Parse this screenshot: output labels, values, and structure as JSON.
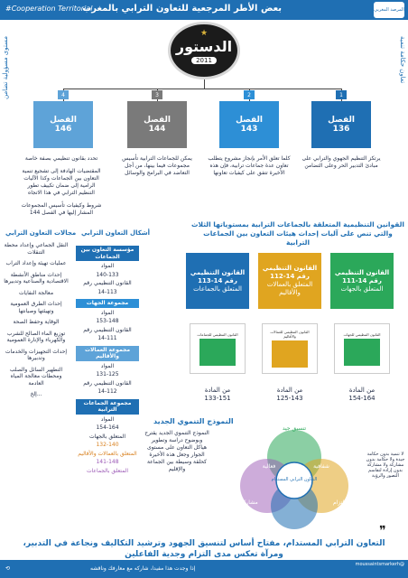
{
  "header": {
    "title": "بعض الأطر المرجعية للتعاون الترابي بالمغرب",
    "hashtag": "#Cooperation Territorial",
    "logo_text": "المرصد المغربي"
  },
  "side": {
    "left": "مستوى مسؤولية تضامن",
    "right": "تعاون  حكامة  تنمية"
  },
  "constitution": {
    "title": "الدستور",
    "year": "2011"
  },
  "chapters": [
    {
      "num": "1",
      "label": "الفصل",
      "number": "136",
      "color": "#1f6fb3"
    },
    {
      "num": "2",
      "label": "الفصل",
      "number": "143",
      "color": "#2d8fd6"
    },
    {
      "num": "3",
      "label": "الفصل",
      "number": "144",
      "color": "#7a7a7a"
    },
    {
      "num": "4",
      "label": "الفصل",
      "number": "146",
      "color": "#5ea3d8"
    }
  ],
  "descriptions": [
    [
      "يرتكز التنظيم الجهوي والترابي على مبادئ التدبير الحر وعلى التضامن"
    ],
    [
      "كلما تعلق الأمر بإنجاز مشروع يتطلب تعاون عدة جماعات ترابية، فإن هذه الأخيرة تتفق على كيفيات تعاونها"
    ],
    [
      "يمكن للجماعات الترابية تأسيس مجموعات فيما بينها، من أجل التعاضد في البرامج والوسائل"
    ],
    [
      "تحدد بقانون تنظيمي بصفة خاصة",
      "المقتضيات الهادفة إلى تشجيع تنمية التعاون بين الجماعات وكذا الآليات الرامية إلى ضمان تكييف تطور التنظيم الترابي في هذا الاتجاه",
      "شروط وكيفيات تأسيس المجموعات المشار إليها في الفصل 144"
    ]
  ],
  "laws_title": "القوانين التنظيمية المتعلقة بالجماعات الترابية بمستوياتها الثلاث والتي تنص على آليات إحداث هيئات التعاون بين الجماعات الترابية",
  "laws": [
    {
      "name": "القانون التنظيمي رقم 14-111",
      "sub": "المتعلق بالجهات",
      "color": "#2ba85a"
    },
    {
      "name": "القانون التنظيمي رقم 14-112",
      "sub": "المتعلق بالعمالات والأقاليم",
      "color": "#e0a520"
    },
    {
      "name": "القانون التنظيمي رقم 14-113",
      "sub": "المتعلق بالجماعات",
      "color": "#1f6fb3"
    }
  ],
  "books": [
    {
      "title": "القانون التنظيمي للجهات"
    },
    {
      "title": "القانون التنظيمي للعمالات والأقاليم"
    },
    {
      "title": "القانون التنظيمي للجماعات"
    }
  ],
  "articles": [
    {
      "line1": "من المادة",
      "line2": "154-164"
    },
    {
      "line1": "من المادة",
      "line2": "125-143"
    },
    {
      "line1": "من المادة",
      "line2": "133-151"
    }
  ],
  "forms_title": "أشكال التعاون الترابي",
  "fields_title": "مجالات التعاون الترابي",
  "forms": [
    {
      "box": "مؤسسة التعاون بين الجماعات",
      "color": "#1f6fb3",
      "lines": [
        "المواد",
        "140-133",
        "القانون التنظيمي رقم",
        "14-113"
      ]
    },
    {
      "box": "مجموعة الجهات",
      "color": "#2d8fd6",
      "lines": [
        "المواد",
        "153-148",
        "القانون التنظيمي رقم",
        "14-111"
      ]
    },
    {
      "box": "مجموعة العمالات والأقاليم",
      "color": "#5ea3d8",
      "lines": [
        "المواد",
        "131-125",
        "القانون التنظيمي رقم",
        "14-112"
      ]
    },
    {
      "box": "مجموعة الجماعات الترابية",
      "color": "#1f6fb3",
      "lines": [
        "المواد",
        "154-164",
        "المتعلق بالجهات"
      ],
      "hl": [
        "132-140",
        "المتعلق بالعمالات والأقاليم"
      ],
      "hl2": [
        "141-148",
        "المتعلق بالجماعات"
      ]
    }
  ],
  "fields": [
    "النقل الجماعي وإعداد محطة التنقلات",
    "عمليات تهيئة وإعداد التراب",
    "إحداث مناطق الأنشطة الاقتصادية والصناعية وتدبيرها",
    "معالجة النفايات",
    "إحداث الطرق العمومية وتهيئتها وصيانتها",
    "الوقاية وحفظ الصحة",
    "توزيع الماء الصالح للشرب والكهرباء والإنارة العمومية",
    "إحداث التجهيزات والخدمات وتدبيرها",
    "التطهير السائل والصلب ومحطات معالجة المياه العادمة",
    "...إلخ"
  ],
  "model": {
    "title": "النموذج التنموي الجديد",
    "text": "النموذج التنموي الجديد يقترح وبوضوح دراسة وتطوير هياكل التعاون على مستوى الجوار وجعل هذه الأخيرة كحلقة وسيطة بين الجماعة والإقليم",
    "center": "التعاون الترابي المستدام",
    "circles": [
      "فعالية",
      "شفافية",
      "التزام",
      "مشاركة"
    ],
    "top_label": "تنسيق جيد",
    "side_text": "لا تنمية بدون حكامة جيدة ولا حكامة بدون مشاركة ولا مشاركة بدون إرادة لتقاسم التصور والرؤية"
  },
  "footer": {
    "title": "التعاون الترابي المستدام، مفتاح أساس لتنسيق الجهود وترشيد التكاليف ونجاعة في التدبير، ومرآة تعكس مدى التزام وجدية الفاعلين",
    "share": "إذا وجدت هذا مفيدا، شاركه مع معارفك وناقشه",
    "contact": "@moussaintsmarkerh"
  },
  "colors": {
    "primary": "#1f6fb3",
    "green": "#2ba85a",
    "orange": "#e0a520"
  }
}
